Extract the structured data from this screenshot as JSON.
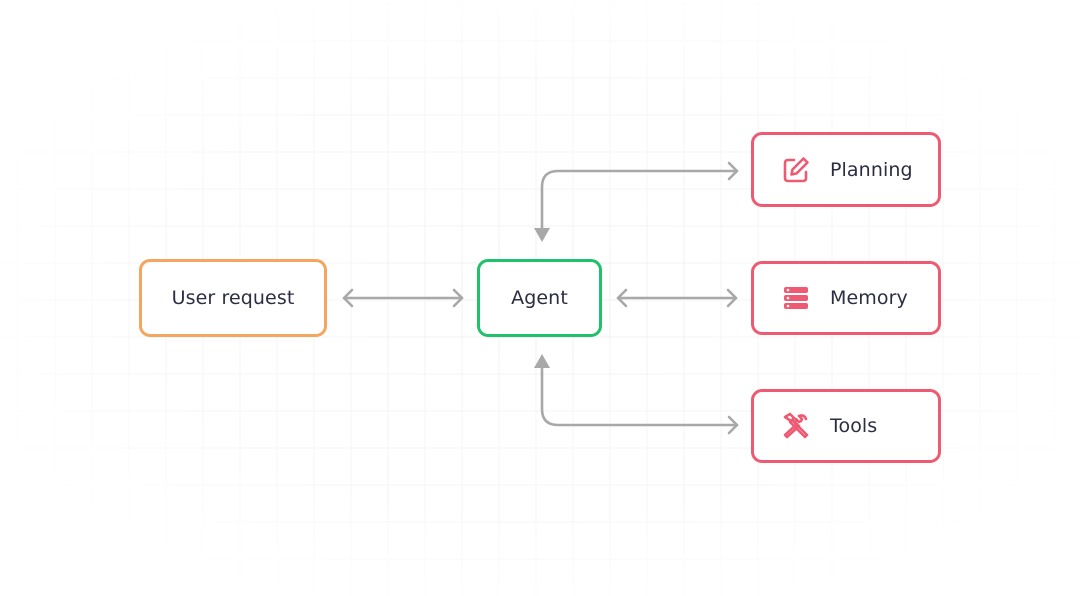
{
  "diagram": {
    "nodes": {
      "user_request": {
        "label": "User request",
        "color": "#F4A65E"
      },
      "agent": {
        "label": "Agent",
        "color": "#1FC16B"
      },
      "planning": {
        "label": "Planning",
        "color": "#EE5A72",
        "icon": "pencil-square-icon"
      },
      "memory": {
        "label": "Memory",
        "color": "#EE5A72",
        "icon": "database-stack-icon"
      },
      "tools": {
        "label": "Tools",
        "color": "#EE5A72",
        "icon": "hammer-wrench-icon"
      }
    },
    "edges": [
      {
        "from": "user_request",
        "to": "agent",
        "direction": "both"
      },
      {
        "from": "agent",
        "to": "memory",
        "direction": "both"
      },
      {
        "from": "agent",
        "to": "planning",
        "direction": "both"
      },
      {
        "from": "agent",
        "to": "tools",
        "direction": "both"
      }
    ],
    "arrow_color": "#A8A8A8",
    "grid_color": "#F1F1F1"
  }
}
